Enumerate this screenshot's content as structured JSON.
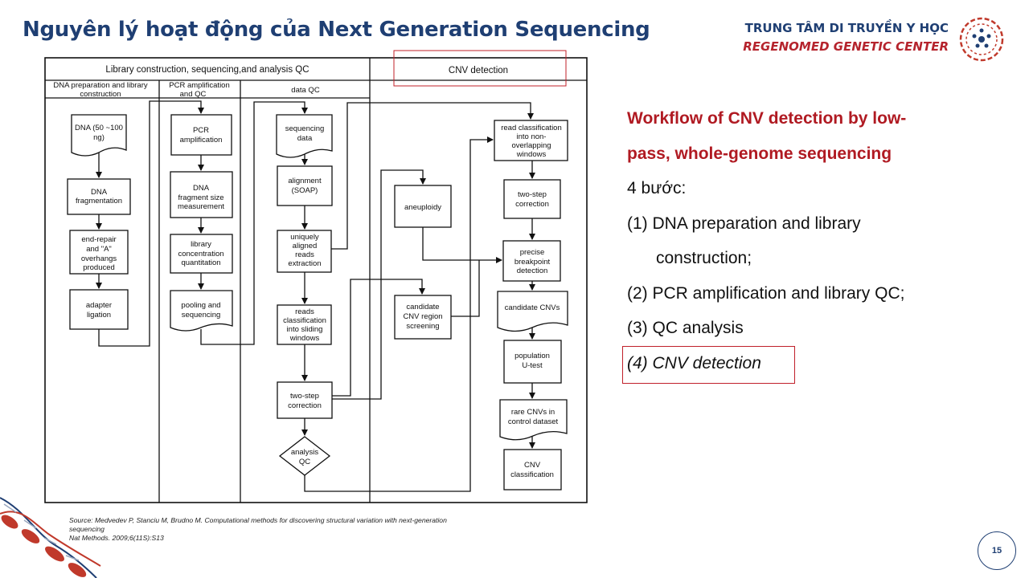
{
  "slide": {
    "title": "Nguyên lý hoạt động của Next Generation Sequencing",
    "org_name": "TRUNG TÂM DI TRUYỀN Y HỌC",
    "org_name_en": "REGENOMED GENETIC CENTER",
    "page_number": "15"
  },
  "diagram": {
    "header_left": "Library construction, sequencing,and analysis QC",
    "header_right": "CNV detection",
    "sub1": [
      "DNA preparation and library",
      "construction"
    ],
    "sub2": [
      "PCR amplification",
      "and QC"
    ],
    "sub3": "data QC",
    "col1": {
      "dna": [
        "DNA (50 ~100",
        "ng)"
      ],
      "frag": [
        "DNA",
        "fragmentation"
      ],
      "endrepair": [
        "end-repair",
        "and \"A\"",
        "overhangs",
        "produced"
      ],
      "adapter": [
        "adapter",
        "ligation"
      ]
    },
    "col2": {
      "pcr": [
        "PCR",
        "amplification"
      ],
      "fragsize": [
        "DNA",
        "fragment size",
        "measurement"
      ],
      "libconc": [
        "library",
        "concentration",
        "quantitation"
      ],
      "pooling": [
        "pooling and",
        "sequencing"
      ]
    },
    "col3": {
      "seqdata": [
        "sequencing",
        "data"
      ],
      "align": [
        "alignment",
        "(SOAP)"
      ],
      "unique": [
        "uniquely",
        "aligned",
        "reads",
        "extraction"
      ],
      "readsclass": [
        "reads",
        "classification",
        "into sliding",
        "windows"
      ],
      "twostep": [
        "two-step",
        "correction"
      ],
      "qc": [
        "analysis",
        "QC"
      ]
    },
    "col4": {
      "aneuploidy": "aneuploidy",
      "candidate_region": [
        "candidate",
        "CNV region",
        "screening"
      ]
    },
    "col5": {
      "readclass": [
        "read classification",
        "into non-",
        "overlapping",
        "windows"
      ],
      "twostep": [
        "two-step",
        "correction"
      ],
      "breakpoint": [
        "precise",
        "breakpoint",
        "detection"
      ],
      "candidates": "candidate CNVs",
      "population": [
        "population",
        "U-test"
      ],
      "rare": [
        "rare CNVs in",
        "control dataset"
      ],
      "classification": [
        "CNV",
        "classification"
      ]
    }
  },
  "source": {
    "line1": "Source: Medvedev P, Stanciu M, Brudno M. Computational methods for discovering structural variation with next-generation",
    "line2": "sequencing",
    "line3": "Nat Methods. 2009;6(11S):S13"
  },
  "workflow": {
    "heading1": "Workflow of CNV detection by low-",
    "heading2": "pass, whole-genome sequencing",
    "steps_label": "4 bước:",
    "step1a": "(1) DNA preparation and library",
    "step1b": "construction;",
    "step2": "(2) PCR amplification and library QC;",
    "step3": "(3) QC analysis",
    "step4": "(4) CNV detection"
  },
  "colors": {
    "navy": "#1f3f73",
    "red": "#b01a22",
    "box_red": "#c0202a"
  }
}
